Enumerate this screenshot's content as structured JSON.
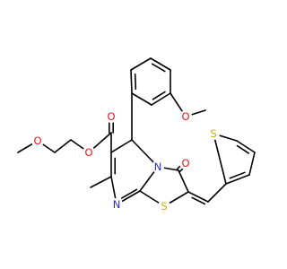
{
  "structure": {
    "atoms": [
      {
        "id": "o_ring_ome",
        "symbol": "O",
        "element": "O"
      },
      {
        "id": "o_ester_keto",
        "symbol": "O",
        "element": "O"
      },
      {
        "id": "o_ester_link",
        "symbol": "O",
        "element": "O"
      },
      {
        "id": "o_chain_ome",
        "symbol": "O",
        "element": "O"
      },
      {
        "id": "o_carbonyl",
        "symbol": "O",
        "element": "O"
      },
      {
        "id": "s_thiophene",
        "symbol": "S",
        "element": "S"
      },
      {
        "id": "s_thiazole",
        "symbol": "S",
        "element": "S"
      },
      {
        "id": "n_fused",
        "symbol": "N",
        "element": "N"
      },
      {
        "id": "n_ring",
        "symbol": "N",
        "element": "N"
      }
    ],
    "colors": {
      "carbon_bond": "#000000",
      "O": "#e8141b",
      "S": "#c8b000",
      "N": "#2a2adc",
      "background": "#ffffff"
    }
  }
}
